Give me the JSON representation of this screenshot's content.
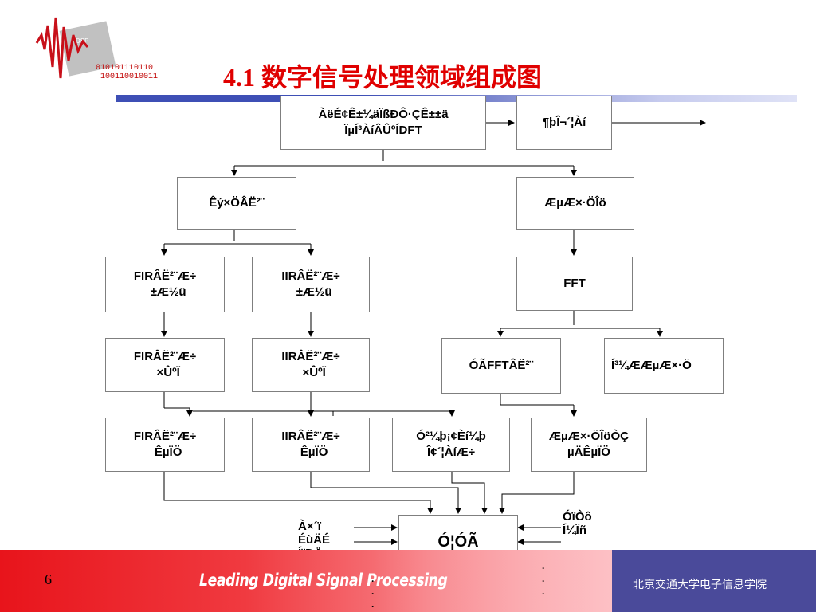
{
  "logo": {
    "binary_line1": "010101110110",
    "binary_line2": "100110010011"
  },
  "title": "4.1 数字信号处理领域组成图",
  "boxes": {
    "top_main": "ÀëÉ¢Ê±¼äÏßÐÔ·ÇÊ±±ä\nÏµÍ³ÀíÂÛºÍDFT",
    "top_right": "¶þÎ¬´¦Àí",
    "digital_filter": "Êý×ÖÂË²¨",
    "spectrum": "ÆµÆ×·ÖÎö",
    "fir_approx": "FIRÂË²¨Æ÷\n  ±Æ½ü",
    "iir_approx": "IIRÂË²¨Æ÷\n  ±Æ½ü",
    "fft": "FFT",
    "fir_structure": "FIRÂË²¨Æ÷\n  ×ÛºÏ",
    "iir_structure": "IIRÂË²¨Æ÷\n  ×ÛºÏ",
    "fft_filter": "ÓÃFFTÂË²¨",
    "stat_spectrum": "Í³¼ÆÆµÆ×·Ö",
    "fir_impl": "FIRÂË²¨Æ÷\n  ÊµÏÖ",
    "iir_impl": "IIRÂË²¨Æ÷\n  ÊµÏÖ",
    "multirate": "Ó²¼þ¡¢Èí¼þ\nÎ¢´¦ÀíÆ÷",
    "spectrum_impl": "ÆµÆ×·ÖÎöÒÇ\nµÄÊµÏÖ",
    "application": "Ó¦ÓÃ"
  },
  "side_left": "À×´ï\nÉùÄÉ\nÍ¨ÐÅ",
  "side_right": "ÓïÒô\nÍ¼Ïñ",
  "dots": ".\n.\n.",
  "footer": {
    "slide_number": "6",
    "tagline": "Leading Digital Signal Processing",
    "school": "北京交通大学电子信息学院"
  },
  "colors": {
    "title": "#e00000",
    "footer_red": "#e8141b",
    "footer_blue": "#4a4a9a",
    "bar_blue": "#3e4fb5"
  }
}
